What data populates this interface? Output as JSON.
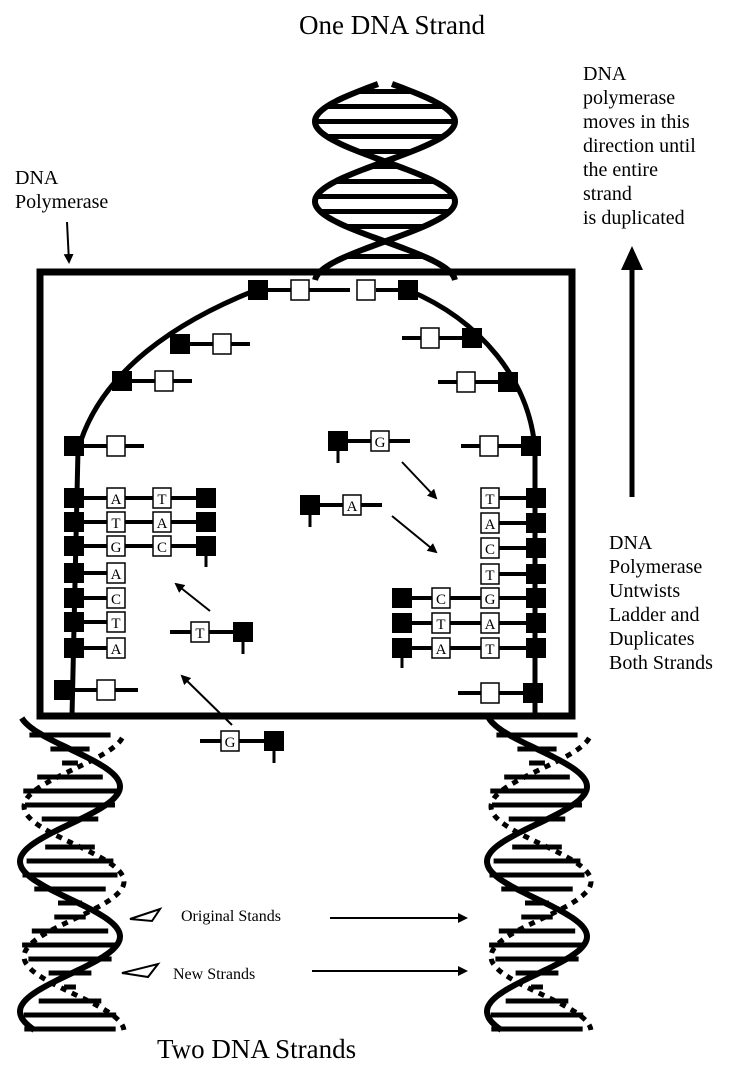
{
  "titles": {
    "top": "One DNA Strand",
    "bottom": "Two DNA Strands"
  },
  "labels": {
    "polymerase": [
      "DNA",
      "Polymerase"
    ],
    "direction": [
      "DNA",
      "polymerase",
      "moves in this",
      "direction until",
      "the entire",
      "strand",
      "is duplicated"
    ],
    "untwist": [
      "DNA",
      "Polymerase",
      "Untwists",
      "Ladder and",
      "Duplicates",
      "Both Strands"
    ],
    "original_strands": "Original Stands",
    "new_strands": "New Strands"
  },
  "bases": {
    "left_strand": [
      "A",
      "T",
      "G",
      "A",
      "C",
      "T",
      "A"
    ],
    "left_paired": [
      "T",
      "A",
      "C"
    ],
    "right_strand": [
      "T",
      "A",
      "C",
      "T",
      "G",
      "A",
      "T"
    ],
    "right_paired": [
      "C",
      "T",
      "A"
    ],
    "free": [
      "G",
      "A",
      "T",
      "G"
    ]
  },
  "colors": {
    "ink": "#000000",
    "paper": "#ffffff"
  }
}
